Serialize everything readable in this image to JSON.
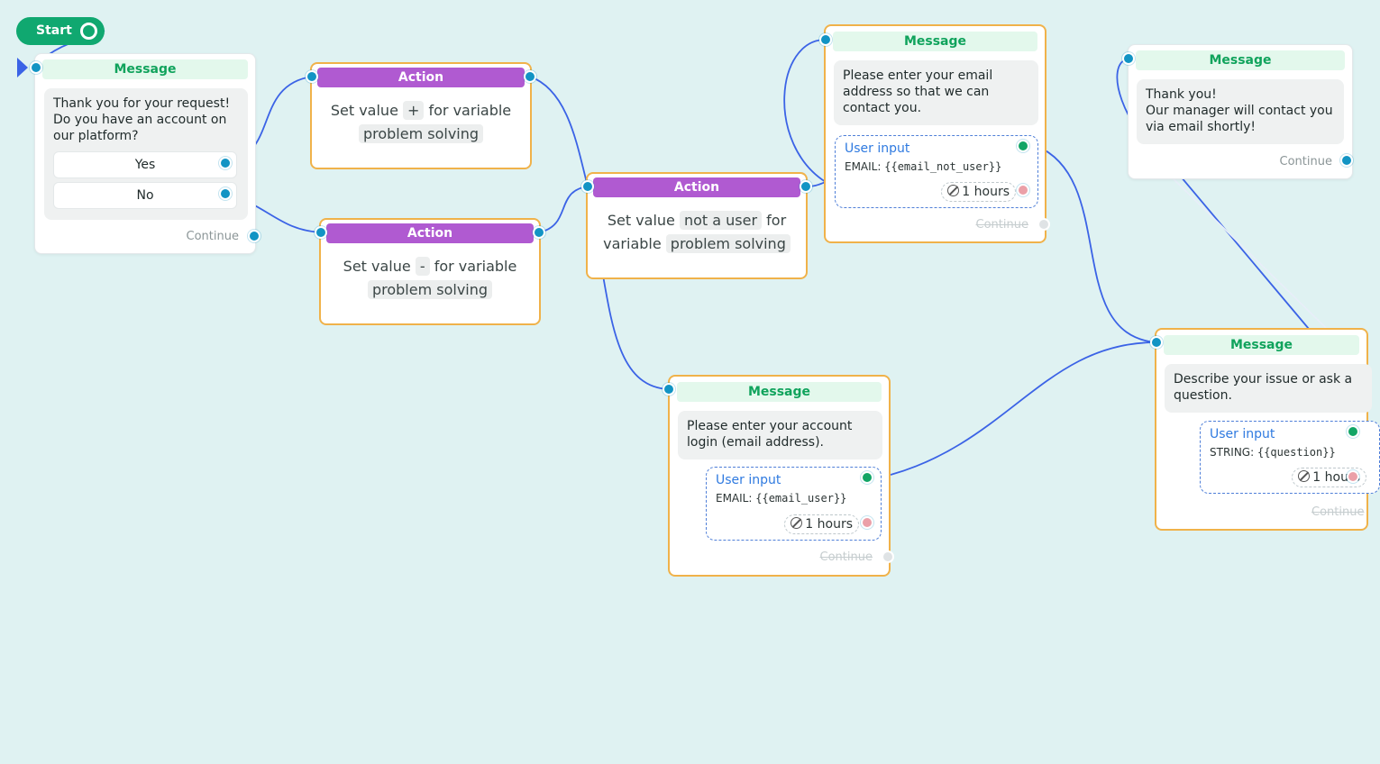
{
  "start": {
    "label": "Start"
  },
  "messages": {
    "m1": {
      "header": "Message",
      "lines": [
        "Thank you for your request!",
        "Do you have an account on",
        "our platform?"
      ],
      "options": [
        "Yes",
        "No"
      ],
      "continue": "Continue"
    },
    "m2": {
      "header": "Message",
      "lines": [
        "Please enter your email",
        "address so that we can",
        "contact you."
      ],
      "input_title": "User input",
      "input_type": "EMAIL:",
      "input_var": "{{email_not_user}}",
      "timer": "1 hours",
      "continue": "Continue"
    },
    "m3": {
      "header": "Message",
      "lines": [
        "Thank you!",
        "Our manager will contact you",
        "via email shortly!"
      ],
      "continue": "Continue"
    },
    "m4": {
      "header": "Message",
      "lines": [
        "Please enter your account",
        "login (email address)."
      ],
      "input_title": "User input",
      "input_type": "EMAIL:",
      "input_var": "{{email_user}}",
      "timer": "1 hours",
      "continue": "Continue"
    },
    "m5": {
      "header": "Message",
      "lines": [
        "Describe your issue or ask a",
        "question."
      ],
      "input_title": "User input",
      "input_type": "STRING:",
      "input_var": "{{question}}",
      "timer": "1 hours",
      "continue": "Continue"
    }
  },
  "actions": {
    "a1": {
      "header": "Action",
      "set_value": "Set value",
      "value": "+",
      "for_variable": "for variable",
      "variable": "problem solving"
    },
    "a2": {
      "header": "Action",
      "set_value": "Set value",
      "value": "-",
      "for_variable": "for variable",
      "variable": "problem solving"
    },
    "a3": {
      "header": "Action",
      "set_value": "Set value",
      "value": "not a user",
      "for_word": "for",
      "variable_word": "variable",
      "variable": "problem solving"
    }
  },
  "colors": {
    "background": "#dff2f2",
    "message_accent": "#10a35c",
    "action_accent": "#b05ad1",
    "wire": "#3b63e6",
    "port": "#1294c4",
    "selection": "#f0b24a"
  }
}
